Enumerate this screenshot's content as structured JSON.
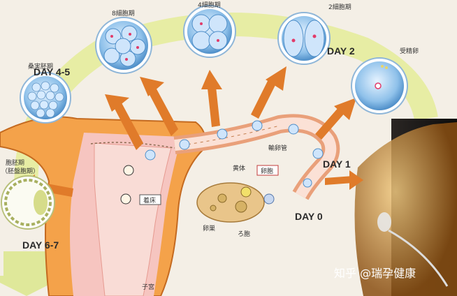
{
  "stages": {
    "morula": "桑実胚期",
    "eight_cell": "8細胞期",
    "four_cell": "4細胞期",
    "two_cell": "2細胞期",
    "zygote": "受精卵",
    "blastocyst": "胞胚期",
    "blastocyst_sub": "（胚盤胞期）"
  },
  "days": {
    "d0": "DAY 0",
    "d1": "DAY 1",
    "d2": "DAY 2",
    "d45": "DAY 4-5",
    "d67": "DAY 6-7"
  },
  "anatomy": {
    "oviduct": "輸卵管",
    "corpus": "黄体",
    "egg": "卵胞",
    "ovary": "卵巣",
    "follicle": "ろ胞",
    "implant": "着床",
    "uterus": "子宮"
  },
  "watermark": "知乎 @瑞孕健康",
  "colors": {
    "uterus": "#f4a24a",
    "lining": "#f6c5c0",
    "cell": "#8fc1ea",
    "arrow": "#e07b2a",
    "band": "#e7ec9a"
  }
}
